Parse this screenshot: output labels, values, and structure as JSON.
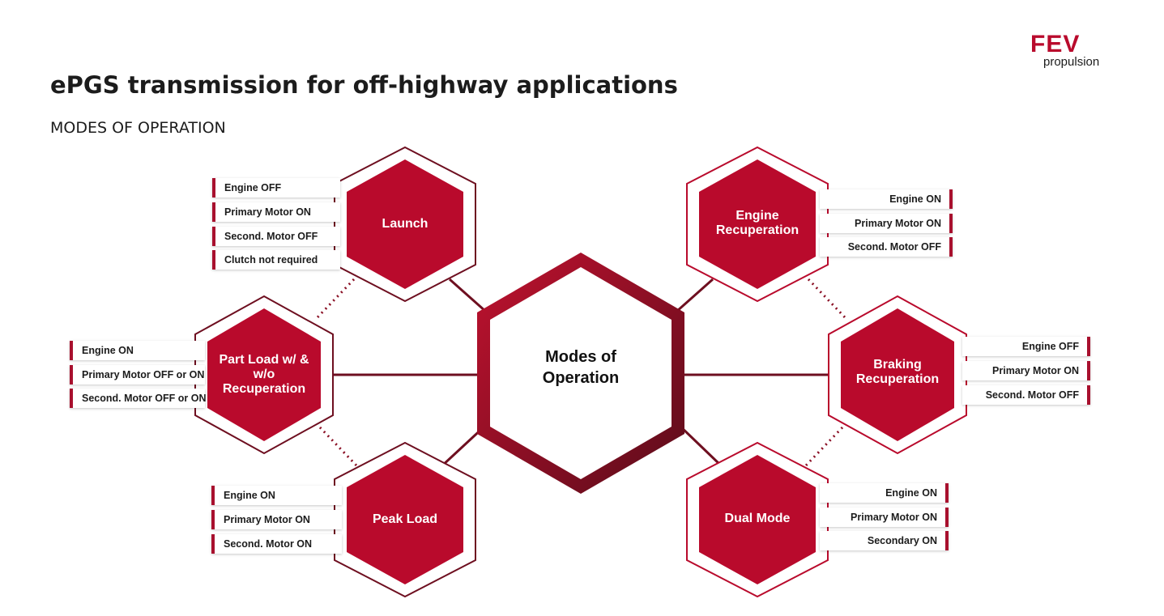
{
  "header": {
    "title": "ePGS transmission for off-highway applications",
    "subtitle": "MODES OF OPERATION"
  },
  "logo": {
    "brand": "FEV",
    "sub": "propulsion"
  },
  "colors": {
    "accent": "#b90a2c",
    "dark_accent": "#6e0f20",
    "text": "#1c1c1c"
  },
  "center": {
    "line1": "Modes of",
    "line2": "Operation"
  },
  "modes": {
    "launch": {
      "label": "Launch",
      "states": [
        "Engine OFF",
        "Primary Motor ON",
        "Second. Motor OFF",
        "Clutch not required"
      ]
    },
    "engine_recuperation": {
      "label": "Engine Recuperation",
      "states": [
        "Engine ON",
        "Primary Motor ON",
        "Second. Motor OFF"
      ]
    },
    "part_load": {
      "label": "Part Load w/ & w/o Recuperation",
      "states": [
        "Engine ON",
        "Primary Motor OFF or ON",
        "Second. Motor OFF or ON"
      ]
    },
    "braking_recuperation": {
      "label": "Braking Recuperation",
      "states": [
        "Engine OFF",
        "Primary Motor ON",
        "Second. Motor OFF"
      ]
    },
    "peak_load": {
      "label": "Peak Load",
      "states": [
        "Engine ON",
        "Primary Motor ON",
        "Second. Motor ON"
      ]
    },
    "dual_mode": {
      "label": "Dual Mode",
      "states": [
        "Engine ON",
        "Primary Motor ON",
        "Secondary ON"
      ]
    }
  }
}
